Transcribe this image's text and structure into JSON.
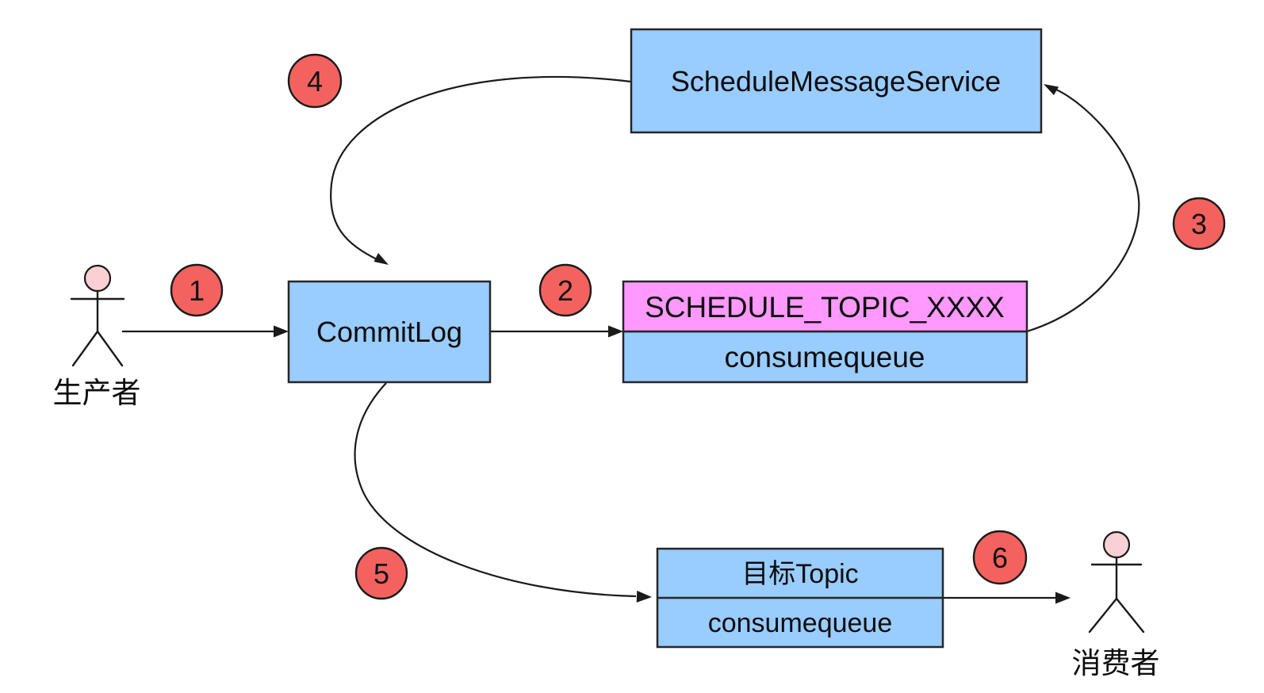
{
  "colors": {
    "box_fill": "#99CCFF",
    "highlight_fill": "#FF99FF",
    "badge_fill": "#F4625F",
    "head_fill": "#FAD0D4"
  },
  "nodes": {
    "schedule_service": {
      "label": "ScheduleMessageService"
    },
    "commitlog": {
      "label": "CommitLog"
    },
    "schedule_topic": {
      "topic": "SCHEDULE_TOPIC_XXXX",
      "queue": "consumequeue"
    },
    "target_topic": {
      "topic": "目标Topic",
      "queue": "consumequeue"
    }
  },
  "actors": {
    "producer": {
      "label": "生产者"
    },
    "consumer": {
      "label": "消费者"
    }
  },
  "steps": [
    {
      "number": "1"
    },
    {
      "number": "2"
    },
    {
      "number": "3"
    },
    {
      "number": "4"
    },
    {
      "number": "5"
    },
    {
      "number": "6"
    }
  ]
}
